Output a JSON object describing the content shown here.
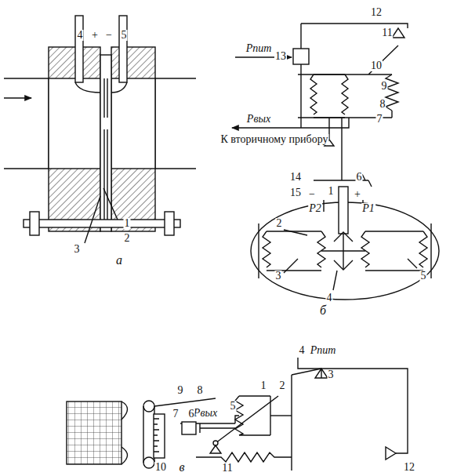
{
  "diagram": {
    "labels": [
      "4",
      "+",
      "−",
      "5",
      "1",
      "2",
      "3",
      "а",
      "13",
      "Pпит",
      "12",
      "11",
      "10",
      "9",
      "8",
      "7",
      "Pвых",
      "К вторичному прибору",
      "14",
      "15",
      "6",
      "−",
      "+",
      "P2",
      "P1",
      "2",
      "1",
      "3",
      "4",
      "5",
      "б",
      "4",
      "Pпит",
      "3",
      "1",
      "2",
      "Pвых",
      "9",
      "8",
      "5",
      "7",
      "6",
      "12",
      "11",
      "10",
      "в"
    ]
  }
}
